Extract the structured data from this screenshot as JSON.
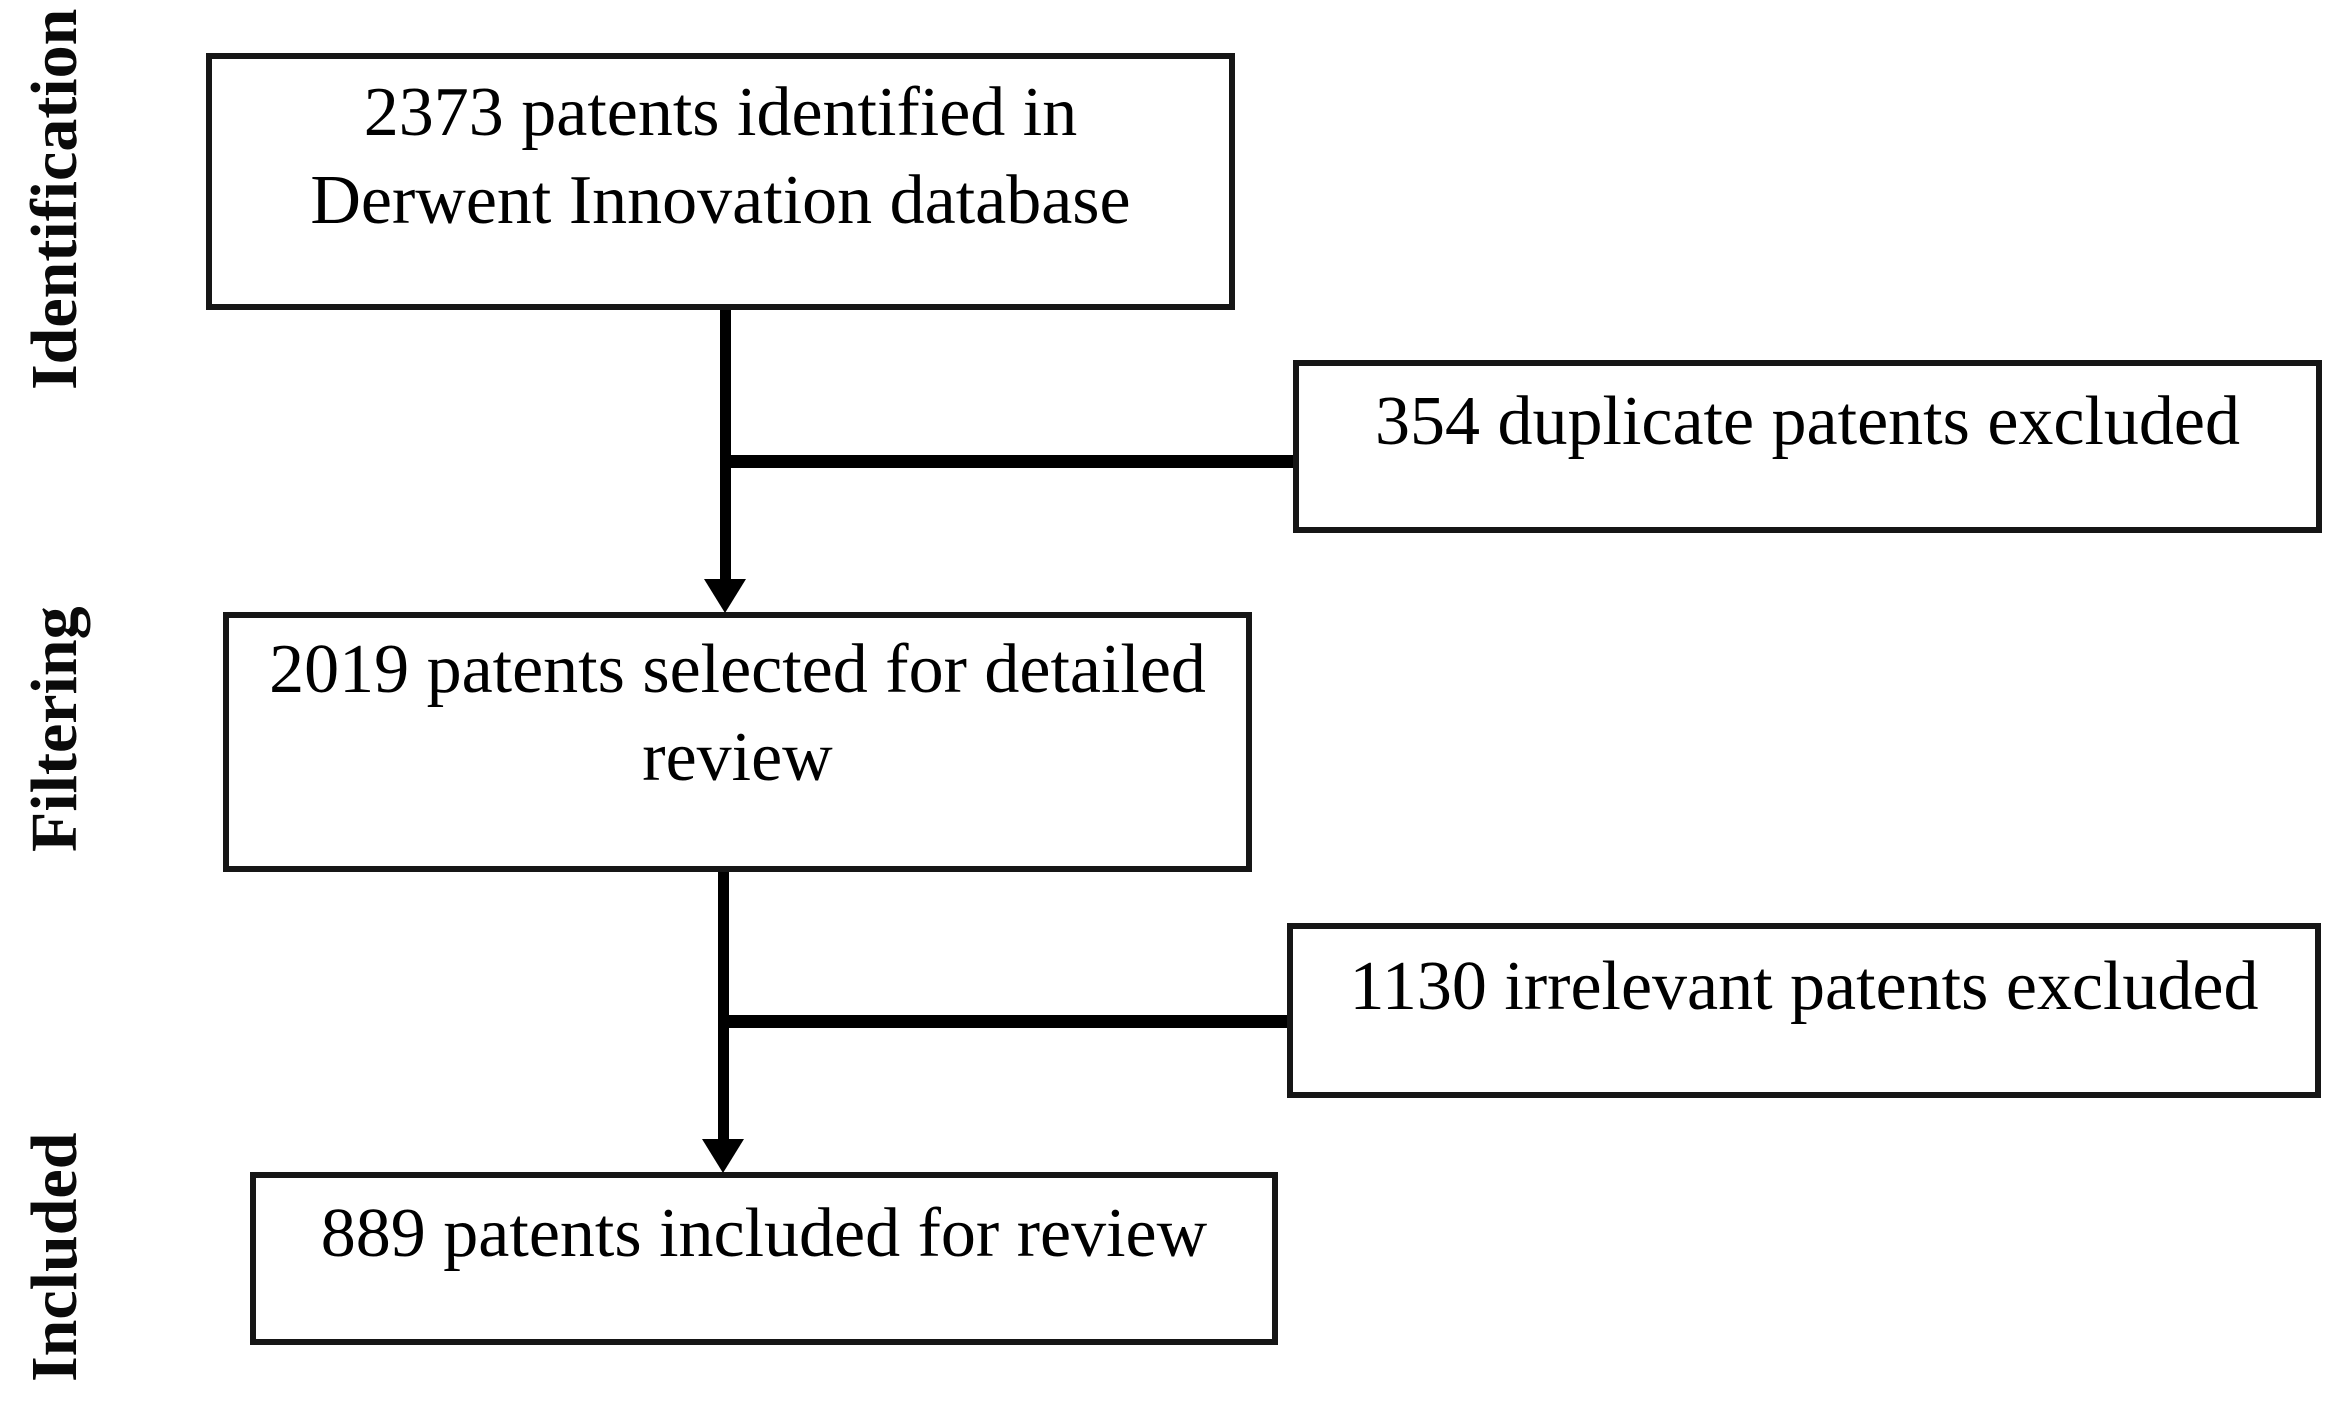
{
  "diagram": {
    "type": "flowchart",
    "stages": [
      {
        "label": "Identification"
      },
      {
        "label": "Filtering"
      },
      {
        "label": "Included"
      }
    ],
    "boxes": {
      "identified": {
        "lines": [
          "2373 patents identified in",
          "Derwent Innovation database"
        ]
      },
      "duplicates": {
        "lines": [
          "354 duplicate patents excluded"
        ]
      },
      "selected": {
        "lines": [
          "2019 patents selected for detailed",
          "review"
        ]
      },
      "irrelevant": {
        "lines": [
          "1130 irrelevant patents excluded"
        ]
      },
      "included": {
        "lines": [
          "889 patents included for review"
        ]
      }
    },
    "colors": {
      "ink": "#000000",
      "border": "#161616",
      "background": "#ffffff"
    }
  }
}
